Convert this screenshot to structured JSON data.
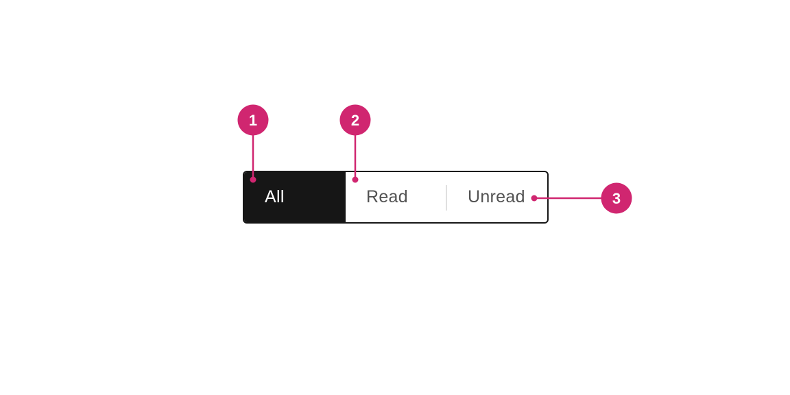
{
  "switcher": {
    "items": [
      {
        "label": "All",
        "selected": true
      },
      {
        "label": "Read",
        "selected": false
      },
      {
        "label": "Unread",
        "selected": false
      }
    ]
  },
  "annotations": {
    "color": "#d02670",
    "markers": [
      {
        "number": "1"
      },
      {
        "number": "2"
      },
      {
        "number": "3"
      }
    ]
  },
  "colors": {
    "selected_bg": "#161616",
    "selected_text": "#ffffff",
    "unselected_text": "#525252",
    "border": "#161616",
    "divider": "#e0e0e0"
  }
}
